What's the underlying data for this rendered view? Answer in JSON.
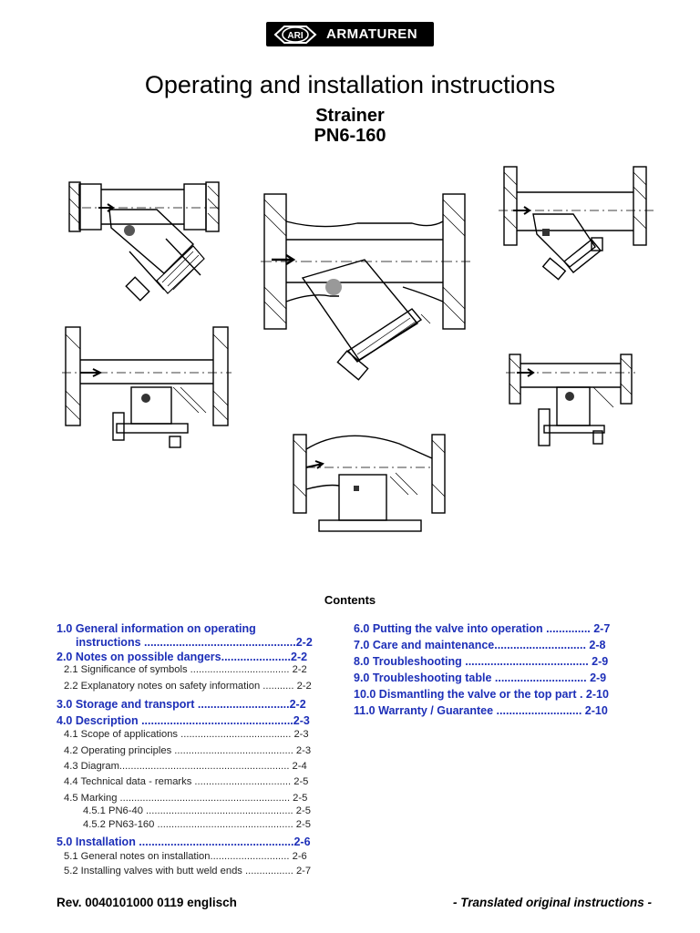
{
  "header": {
    "logo_text": "ARMATUREN",
    "logo_emblem": "ARI",
    "title": "Operating and installation instructions",
    "subtitle": "Strainer",
    "subtitle2": "PN6-160"
  },
  "drawings": [
    {
      "name": "strainer-drawing-top-left",
      "icon": "strainer-y-type-drawing-icon"
    },
    {
      "name": "strainer-drawing-center",
      "icon": "strainer-y-type-large-drawing-icon"
    },
    {
      "name": "strainer-drawing-top-right",
      "icon": "strainer-y-type-drawing-icon"
    },
    {
      "name": "strainer-drawing-mid-left",
      "icon": "strainer-straight-drawing-icon"
    },
    {
      "name": "strainer-drawing-mid-right",
      "icon": "strainer-straight-drawing-icon"
    },
    {
      "name": "strainer-drawing-bottom-center",
      "icon": "strainer-bowl-drawing-icon"
    }
  ],
  "contents": {
    "title": "Contents",
    "left": [
      {
        "text": "1.0 General information on operating",
        "level": 0
      },
      {
        "text": "instructions ................................................2-2",
        "level": 0,
        "indent": true
      },
      {
        "text": "2.0 Notes on possible dangers......................2-2",
        "level": 0
      },
      {
        "text": "2.1 Significance of symbols ................................... 2-2",
        "level": 1
      },
      {
        "text": "2.2 Explanatory notes on safety information ........... 2-2",
        "level": 1
      },
      {
        "text": "3.0 Storage and transport .............................2-2",
        "level": 0
      },
      {
        "text": "4.0 Description ................................................2-3",
        "level": 0
      },
      {
        "text": "4.1 Scope of applications ....................................... 2-3",
        "level": 1
      },
      {
        "text": "4.2 Operating principles .......................................... 2-3",
        "level": 1
      },
      {
        "text": "4.3 Diagram............................................................ 2-4",
        "level": 1
      },
      {
        "text": "4.4 Technical data - remarks .................................. 2-5",
        "level": 1
      },
      {
        "text": "4.5 Marking ............................................................ 2-5",
        "level": 1
      },
      {
        "text": "4.5.1 PN6-40 .................................................... 2-5",
        "level": 2
      },
      {
        "text": "4.5.2 PN63-160 ................................................ 2-5",
        "level": 2
      },
      {
        "text": "5.0 Installation .................................................2-6",
        "level": 0
      },
      {
        "text": "5.1 General notes on installation............................ 2-6",
        "level": 1
      },
      {
        "text": "5.2 Installing valves with butt weld ends ................. 2-7",
        "level": 1
      }
    ],
    "right": [
      {
        "text": "6.0 Putting the valve into operation .............. 2-7",
        "level": 0
      },
      {
        "text": "7.0 Care and maintenance............................. 2-8",
        "level": 0
      },
      {
        "text": "8.0 Troubleshooting ....................................... 2-9",
        "level": 0
      },
      {
        "text": "9.0 Troubleshooting table ............................. 2-9",
        "level": 0
      },
      {
        "text": "10.0 Dismantling the valve or the top part . 2-10",
        "level": 0
      },
      {
        "text": "11.0 Warranty / Guarantee ........................... 2-10",
        "level": 0
      }
    ]
  },
  "footer": {
    "left": "Rev. 0040101000 0119 englisch",
    "right": "- Translated original instructions -"
  },
  "colors": {
    "toc_heading": "#1d2fb8",
    "toc_sub": "#222222",
    "drawing_line": "#000000"
  }
}
